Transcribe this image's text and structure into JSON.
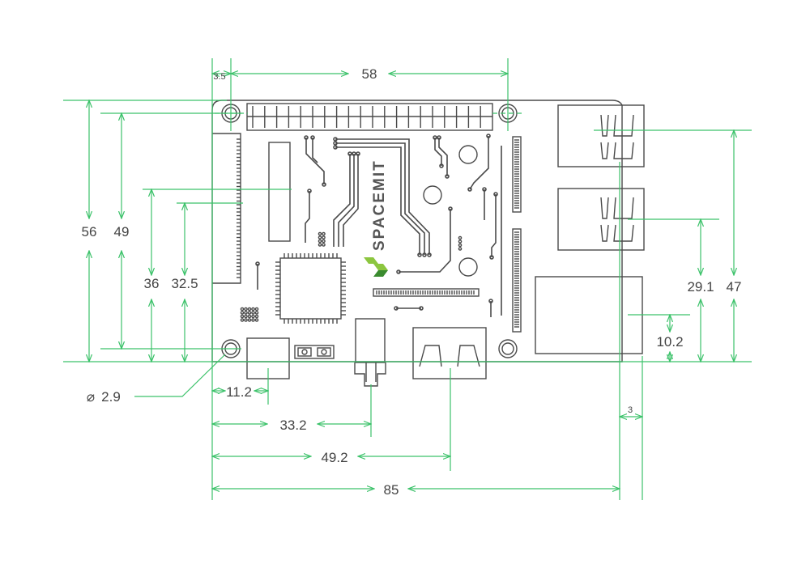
{
  "board": {
    "brand": "SPACEMIT",
    "colors": {
      "dimension_line": "#3cc26a",
      "board_outline": "#4a4a4a",
      "trace": "#4a4a4a",
      "logo_green": "#8cc63f",
      "logo_dark_green": "#3a8b2f",
      "dim_text": "#444444"
    }
  },
  "dimensions": {
    "hole_inset": "3.5",
    "hole_spacing": "58",
    "height_total": "56",
    "height_49": "49",
    "height_36": "36",
    "height_32_5": "32.5",
    "hole_diameter_symbol": "⌀",
    "hole_diameter": "2.9",
    "offset_11_2": "11.2",
    "offset_33_2": "33.2",
    "offset_49_2": "49.2",
    "width_total": "85",
    "offset_3": "3",
    "usb_height_47": "47",
    "usb_height_29_1": "29.1",
    "eth_height_10_2": "10.2"
  }
}
